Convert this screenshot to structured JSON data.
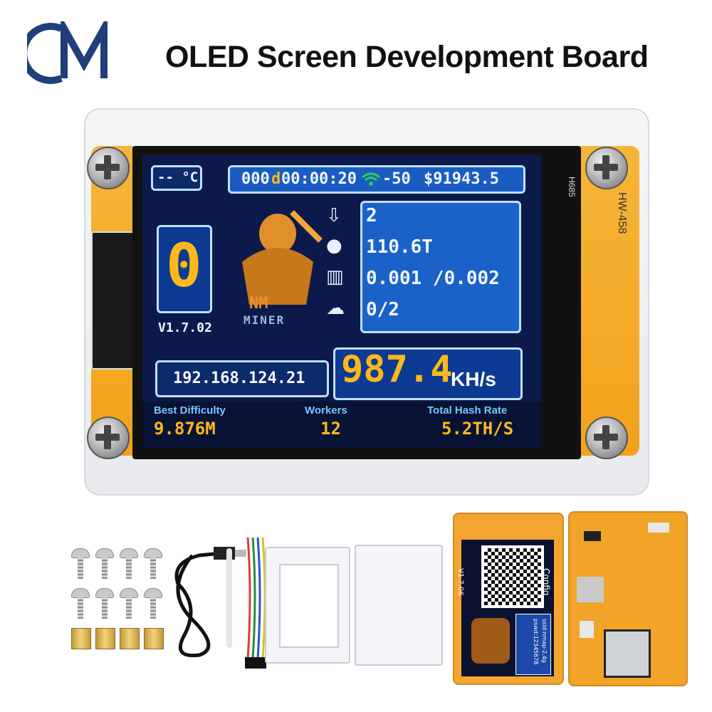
{
  "header": {
    "logo_text": "CM",
    "title": "OLED Screen Development Board",
    "logo_color": "#1f3f7a"
  },
  "device": {
    "board_label": "HW-458",
    "chip_label": "H685",
    "screen": {
      "temp": "-- °C",
      "uptime_prefix": "000",
      "uptime_day": "d",
      "uptime_time": "00:00:20",
      "wifi_rssi": "-50",
      "btc_price": "$91943.5",
      "block_digit": "0",
      "version": "V1.7.02",
      "logo_line1": "NM",
      "logo_line2": "MINER",
      "stats": [
        {
          "icon": "download-icon",
          "value": "2"
        },
        {
          "icon": "globe-icon",
          "value": "110.6T"
        },
        {
          "icon": "chart-icon",
          "value": "0.001 /0.002"
        },
        {
          "icon": "cloud-upload-icon",
          "value": "0/2"
        }
      ],
      "ip": "192.168.124.21",
      "hashrate": "987.4",
      "hashrate_unit": "KH/s",
      "footer": [
        {
          "label": "Best Difficulty",
          "value": "9.876M"
        },
        {
          "label": "Workers",
          "value": "12"
        },
        {
          "label": "Total Hash Rate",
          "value": "5.2TH/S"
        }
      ]
    }
  },
  "accessories": {
    "board_front": {
      "version": "V1.7.06",
      "config": "Config",
      "wifi": "ssid:nmap-2.4g",
      "password": "pswd:12345678"
    }
  }
}
